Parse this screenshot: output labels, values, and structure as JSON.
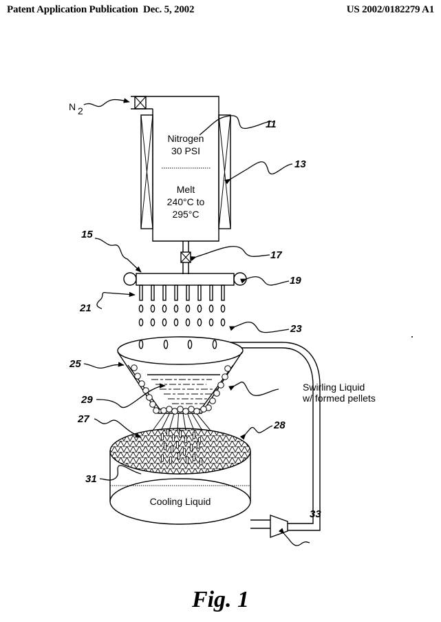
{
  "header": {
    "publication_type": "Patent Application Publication",
    "date": "Dec. 5, 2002",
    "publication_number": "US 2002/0182279 A1"
  },
  "figure": {
    "caption": "Fig. 1",
    "inlet_label": "N",
    "inlet_subscript": "2",
    "vessel_text": {
      "gas_line1": "Nitrogen",
      "gas_line2": "30 PSI",
      "melt_line1": "Melt",
      "melt_line2": "240°C to",
      "melt_line3": "295°C"
    },
    "funnel_note_line1": "Swirling Liquid",
    "funnel_note_line2": "w/ formed pellets",
    "tank_text": "Cooling Liquid",
    "reference_numerals": {
      "vessel": "11",
      "heater": "13",
      "manifold": "15",
      "valve": "17",
      "manifold_heater": "19",
      "nozzles": "21",
      "droplets": "23",
      "funnel": "25",
      "screen_pellets": "27",
      "screen": "28",
      "swirl_liquid": "29",
      "tank": "31",
      "pump": "33"
    }
  }
}
